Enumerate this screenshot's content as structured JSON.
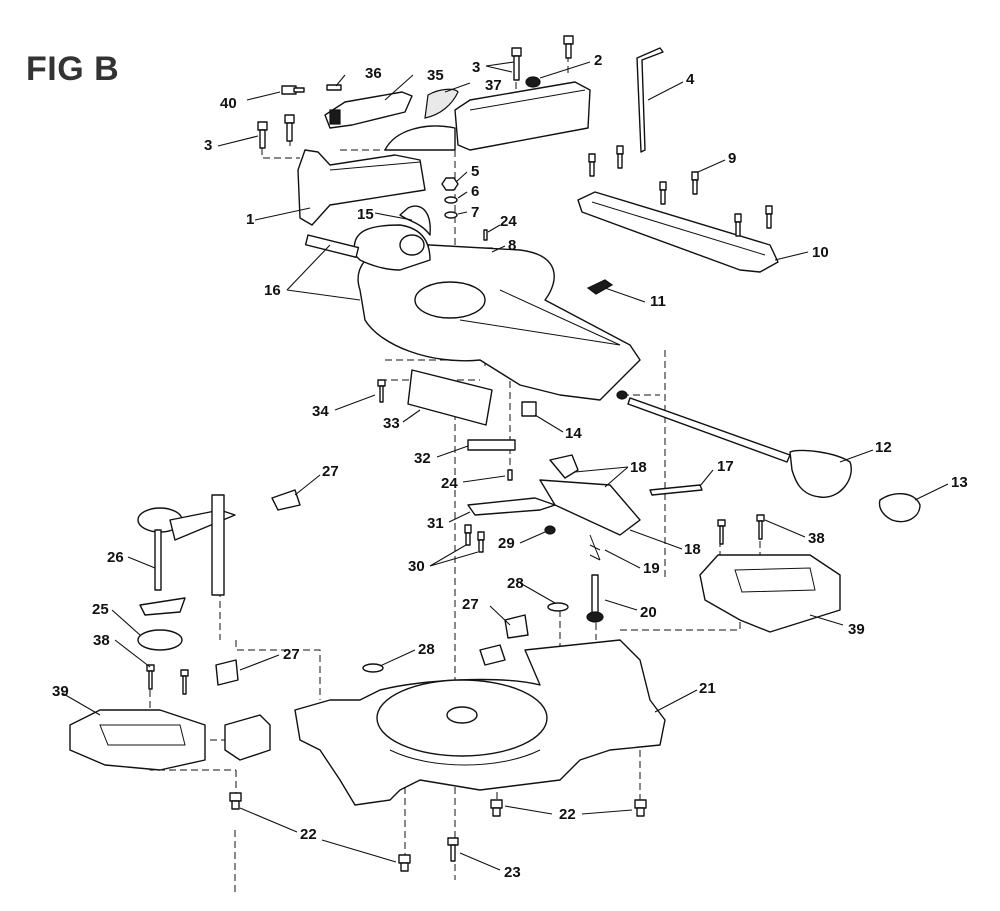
{
  "figure": {
    "title": "FIG B"
  },
  "callouts": [
    {
      "id": "c40",
      "label": "40"
    },
    {
      "id": "c36",
      "label": "36"
    },
    {
      "id": "c35",
      "label": "35"
    },
    {
      "id": "c37",
      "label": "37"
    },
    {
      "id": "c3a",
      "label": "3"
    },
    {
      "id": "c2",
      "label": "2"
    },
    {
      "id": "c4",
      "label": "4"
    },
    {
      "id": "c3b",
      "label": "3"
    },
    {
      "id": "c1",
      "label": "1"
    },
    {
      "id": "c5",
      "label": "5"
    },
    {
      "id": "c6",
      "label": "6"
    },
    {
      "id": "c7",
      "label": "7"
    },
    {
      "id": "c24a",
      "label": "24"
    },
    {
      "id": "c8",
      "label": "8"
    },
    {
      "id": "c15",
      "label": "15"
    },
    {
      "id": "c9",
      "label": "9"
    },
    {
      "id": "c10",
      "label": "10"
    },
    {
      "id": "c16",
      "label": "16"
    },
    {
      "id": "c11",
      "label": "11"
    },
    {
      "id": "c34",
      "label": "34"
    },
    {
      "id": "c33",
      "label": "33"
    },
    {
      "id": "c14",
      "label": "14"
    },
    {
      "id": "c12",
      "label": "12"
    },
    {
      "id": "c13",
      "label": "13"
    },
    {
      "id": "c32",
      "label": "32"
    },
    {
      "id": "c18a",
      "label": "18"
    },
    {
      "id": "c27a",
      "label": "27"
    },
    {
      "id": "c24b",
      "label": "24"
    },
    {
      "id": "c17",
      "label": "17"
    },
    {
      "id": "c31",
      "label": "31"
    },
    {
      "id": "c18b",
      "label": "18"
    },
    {
      "id": "c38a",
      "label": "38"
    },
    {
      "id": "c29",
      "label": "29"
    },
    {
      "id": "c26",
      "label": "26"
    },
    {
      "id": "c30",
      "label": "30"
    },
    {
      "id": "c19",
      "label": "19"
    },
    {
      "id": "c28a",
      "label": "28"
    },
    {
      "id": "c25",
      "label": "25"
    },
    {
      "id": "c27b",
      "label": "27"
    },
    {
      "id": "c20",
      "label": "20"
    },
    {
      "id": "c39a",
      "label": "39"
    },
    {
      "id": "c38b",
      "label": "38"
    },
    {
      "id": "c28b",
      "label": "28"
    },
    {
      "id": "c27c",
      "label": "27"
    },
    {
      "id": "c39b",
      "label": "39"
    },
    {
      "id": "c21",
      "label": "21"
    },
    {
      "id": "c22a",
      "label": "22"
    },
    {
      "id": "c22b",
      "label": "22"
    },
    {
      "id": "c23",
      "label": "23"
    }
  ]
}
